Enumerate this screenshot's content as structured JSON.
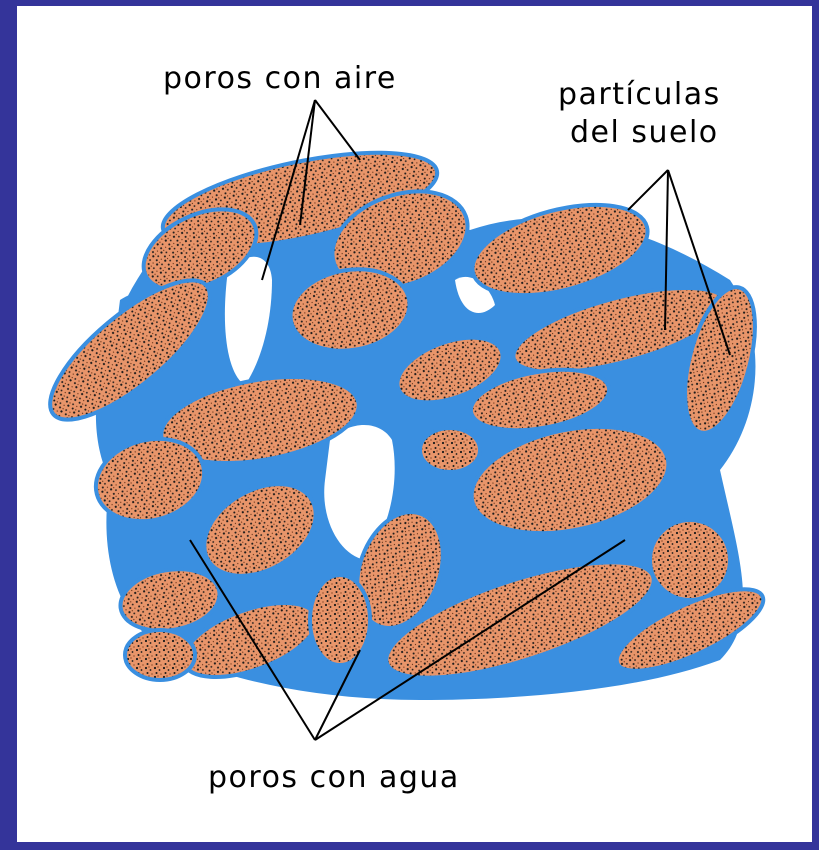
{
  "labels": {
    "air_pores": "poros con aire",
    "soil_particles_line1": "partículas",
    "soil_particles_line2": "del suelo",
    "water_pores": "poros con agua"
  },
  "colors": {
    "background": "#34349a",
    "panel": "#ffffff",
    "water": "#3a8fe0",
    "particle": "#e8956a",
    "particle_speckle": "#1a1a1a",
    "leader_lines": "#000000"
  }
}
